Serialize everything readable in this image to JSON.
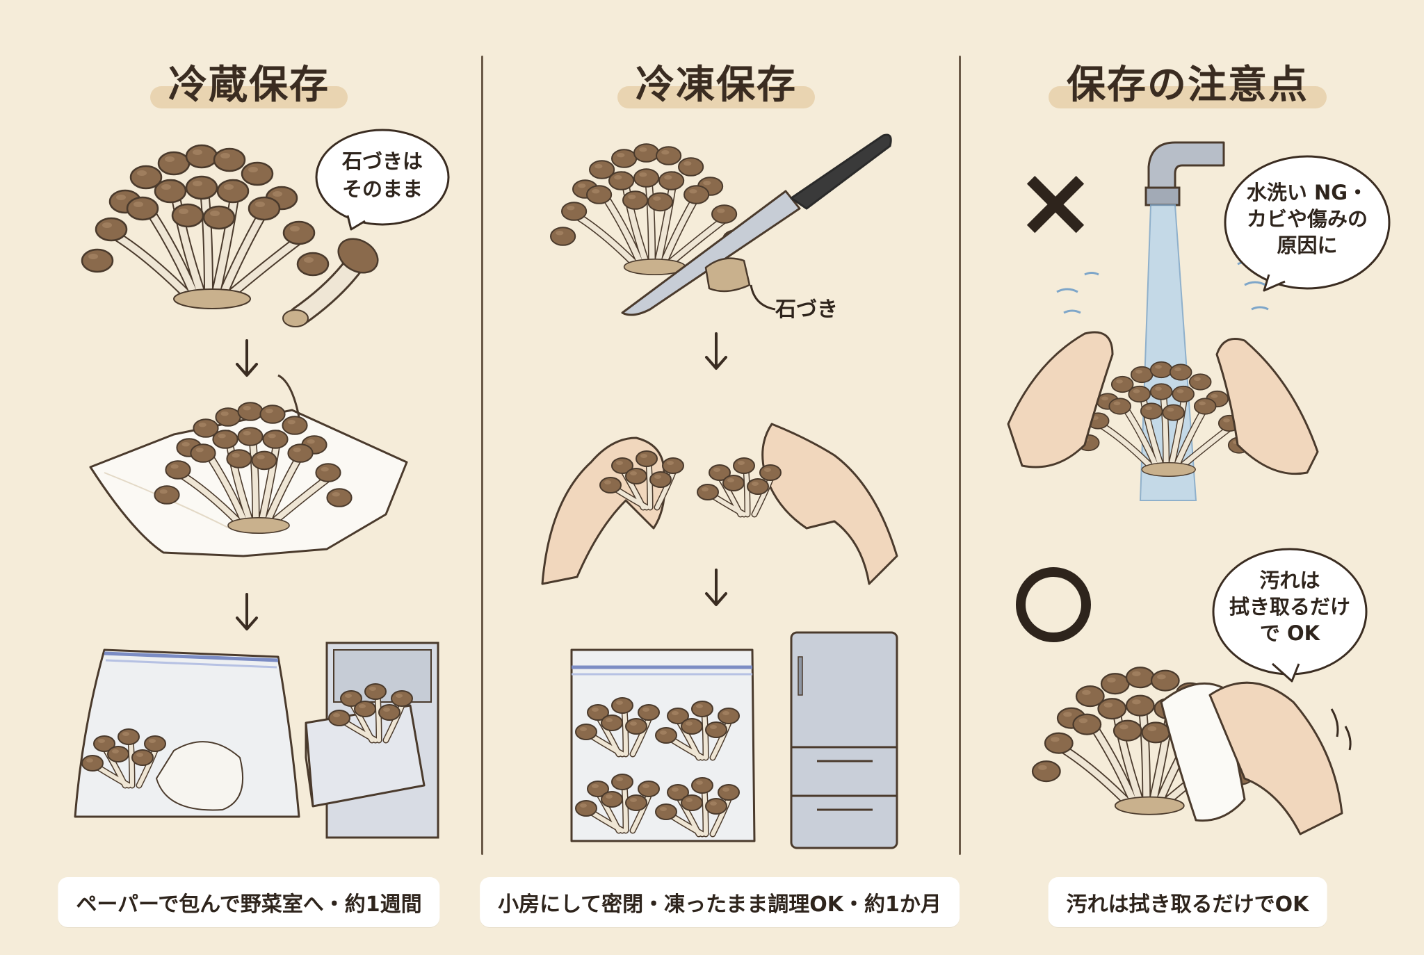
{
  "columns": [
    {
      "title": "冷蔵保存",
      "bubble": [
        "石づきは",
        "そのまま"
      ],
      "caption": "ペーパーで包んで野菜室へ・約1週間"
    },
    {
      "title": "冷凍保存",
      "label": "石づき",
      "caption": "小房にして密閉・凍ったまま調理OK・約1か月"
    },
    {
      "title": "保存の注意点",
      "bad_mark": "×",
      "bad_bubble": [
        "水洗い NG・",
        "カビや傷みの",
        "原因に"
      ],
      "good_mark": "○",
      "good_bubble": [
        "汚れは",
        "拭き取るだけ",
        "で OK"
      ],
      "caption": "汚れは拭き取るだけでOK"
    }
  ],
  "colors": {
    "background": "#f5ecd9",
    "title_highlight": "#e9d4b1",
    "mushroom_cap": "#8a6a4c",
    "mushroom_stem": "#efe6d5",
    "outline": "#4a3a2c"
  }
}
